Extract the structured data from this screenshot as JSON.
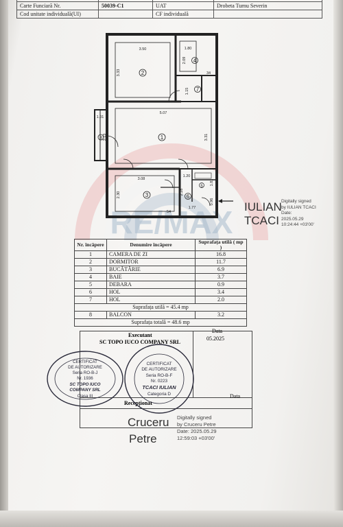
{
  "header": {
    "row1": [
      "Carte Funciară Nr.",
      "50039-C1",
      "UAT",
      "Drobeta Turnu Severin"
    ],
    "row2": [
      "Cod unitate individuală(UI)",
      "CF individuală"
    ]
  },
  "plan": {
    "rooms": [
      {
        "num": "1"
      },
      {
        "num": "2"
      },
      {
        "num": "3"
      },
      {
        "num": "4"
      },
      {
        "num": "5"
      },
      {
        "num": "6"
      },
      {
        "num": "7"
      },
      {
        "num": "8"
      }
    ],
    "dims": [
      "3.50",
      "1.80",
      "3.33",
      "2.09",
      "34",
      "1.15",
      "5.07",
      "3.31",
      "1.01",
      "3.13",
      "1.20",
      "1.81",
      "3.08",
      "2.28",
      "0.96",
      "2.30",
      "54",
      "1.77"
    ]
  },
  "watermark": {
    "text": "RE/MAX"
  },
  "signature1": {
    "name_line1": "IULIAN",
    "name_line2": "TCACI",
    "meta": [
      "Digitally signed",
      "by IULIAN TCACI",
      "Date:",
      "2025.05.29",
      "10:24:44 +03'00'"
    ]
  },
  "table": {
    "headers": [
      "Nr. încăpere",
      "Denumire încăpere",
      "Suprafața utilă ( mp )"
    ],
    "rows": [
      [
        "1",
        "CAMERA DE ZI",
        "16.8"
      ],
      [
        "2",
        "DORMITOR",
        "11.7"
      ],
      [
        "3",
        "BUCĂTĂRIE",
        "6.9"
      ],
      [
        "4",
        "BAIE",
        "3.7"
      ],
      [
        "5",
        "DEBARA",
        "0.9"
      ],
      [
        "6",
        "HOL",
        "3.4"
      ],
      [
        "7",
        "HOL",
        "2.0"
      ]
    ],
    "utila_total": "Suprafața utilă = 45.4 mp",
    "balcon": [
      "8",
      "BALCON",
      "3.2"
    ],
    "totala": "Suprafața totală = 48.6 mp"
  },
  "executant": {
    "label": "Executant",
    "company": "SC TOPO IUCO COMPANY SRL",
    "data_label": "Data",
    "date": "05.2025",
    "receptionat": "Recepționat",
    "data_label2": "Data"
  },
  "stamp1": {
    "lines": [
      "CERTIFICAT",
      "DE AUTORIZARE",
      "Seria RO-B-J",
      "Nr. 1936",
      "SC TOPO IUCO",
      "COMPANY SRL",
      "Clasa III"
    ]
  },
  "stamp2": {
    "lines": [
      "CERTIFICAT",
      "DE AUTORIZARE",
      "Seria RO-B-F",
      "Nr. 0223",
      "TCACI IULIAN",
      "Categoria D"
    ]
  },
  "signature2": {
    "name_line1": "Cruceru",
    "name_line2": "Petre",
    "meta": [
      "Digitally signed",
      "by Cruceru Petre",
      "Date: 2025.05.29",
      "12:59:03 +03'00'"
    ]
  },
  "colors": {
    "ink": "#222222",
    "stamp": "#2a2a3a",
    "watermark_red": "#e8a9a9",
    "watermark_blue": "#9fb4c8"
  }
}
